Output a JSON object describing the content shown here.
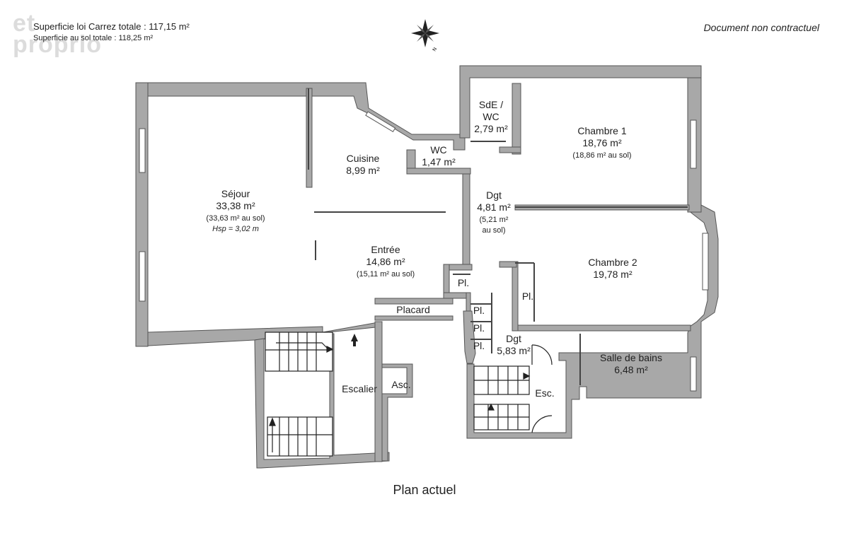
{
  "header": {
    "carrez_total": "Superficie loi Carrez totale :  117,15 m²",
    "sol_total": "Superficie au sol totale : 118,25 m²",
    "disclaimer": "Document non contractuel",
    "watermark": "etre proprio"
  },
  "compass": {
    "icon": "compass-rose-icon",
    "north_label": "N"
  },
  "rooms": {
    "sejour": {
      "name": "Séjour",
      "area": "33,38 m²",
      "sol": "(33,63 m² au sol)",
      "hsp": "Hsp = 3,02 m"
    },
    "cuisine": {
      "name": "Cuisine",
      "area": "8,99 m²"
    },
    "wc1": {
      "name": "WC",
      "area": "1,47 m²"
    },
    "sde": {
      "name": "SdE /",
      "name2": "WC",
      "area": "2,79 m²"
    },
    "chambre1": {
      "name": "Chambre 1",
      "area": "18,76 m²",
      "sol": "(18,86 m² au sol)"
    },
    "dgt1": {
      "name": "Dgt",
      "area": "4,81 m²",
      "sol": "(5,21 m²",
      "sol2": "au sol)"
    },
    "entree": {
      "name": "Entrée",
      "area": "14,86 m²",
      "sol": "(15,11 m² au sol)"
    },
    "chambre2": {
      "name": "Chambre 2",
      "area": "19,78 m²"
    },
    "placard": {
      "name": "Placard"
    },
    "pl_a": {
      "name": "Pl."
    },
    "pl_b": {
      "name": "Pl."
    },
    "pl_c": {
      "name": "Pl."
    },
    "pl_d": {
      "name": "Pl."
    },
    "pl_e": {
      "name": "Pl."
    },
    "dgt2": {
      "name": "Dgt",
      "area": "5,83 m²"
    },
    "sdb": {
      "name": "Salle de bains",
      "area": "6,48 m²"
    },
    "escalier": {
      "name": "Escalier"
    },
    "asc": {
      "name": "Asc."
    },
    "esc": {
      "name": "Esc."
    }
  },
  "caption": "Plan actuel",
  "colors": {
    "wall": "#a8a8a8",
    "wall_stroke": "#555555",
    "window": "#ffffff",
    "stairs": "#222222"
  }
}
